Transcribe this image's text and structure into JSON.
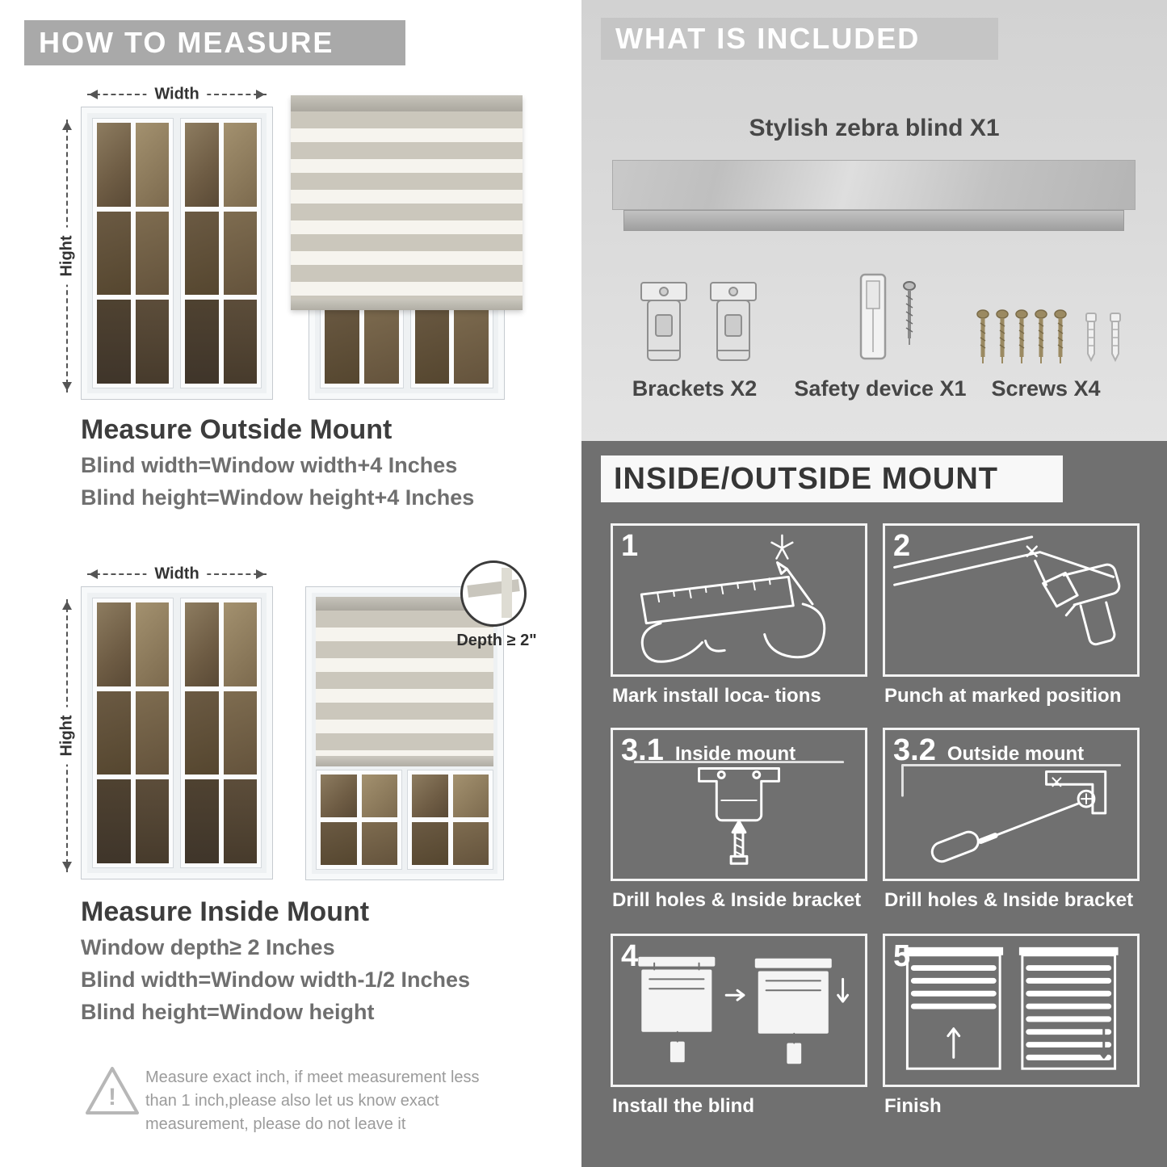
{
  "palette": {
    "left_header_gray": "#a9a9a9",
    "right_light_gray": "#d6d6d6",
    "right_dark_gray": "#707070"
  },
  "left": {
    "header": "HOW TO MEASURE",
    "labels": {
      "width": "Width",
      "height": "Hight"
    },
    "outside": {
      "title": "Measure Outside Mount",
      "lines": [
        "Blind width=Window width+4 Inches",
        "Blind height=Window height+4 Inches"
      ]
    },
    "inside": {
      "title": "Measure Inside Mount",
      "depth_callout": "Depth ≥ 2\"",
      "lines": [
        "Window depth≥ 2 Inches",
        "Blind width=Window width-1/2 Inches",
        "Blind height=Window height"
      ]
    },
    "warning": "Measure exact inch, if meet measurement less than 1 inch,please also let us know exact measurement, please do not leave it"
  },
  "right": {
    "included": {
      "header": "WHAT IS INCLUDED",
      "blind_label": "Stylish zebra blind X1",
      "items": [
        {
          "label": "Brackets X2"
        },
        {
          "label": "Safety device X1"
        },
        {
          "label": "Screws X4"
        }
      ]
    },
    "mount": {
      "header": "INSIDE/OUTSIDE MOUNT",
      "steps": [
        {
          "num": "1",
          "label": "",
          "caption": "Mark install loca- tions"
        },
        {
          "num": "2",
          "label": "",
          "caption": "Punch at  marked position"
        },
        {
          "num": "3.1",
          "label": "Inside mount",
          "caption": "Drill holes &  Inside bracket"
        },
        {
          "num": "3.2",
          "label": "Outside mount",
          "caption": "Drill holes &  Inside bracket"
        },
        {
          "num": "4",
          "label": "",
          "caption": "Install the blind"
        },
        {
          "num": "5",
          "label": "",
          "caption": "Finish"
        }
      ]
    }
  }
}
